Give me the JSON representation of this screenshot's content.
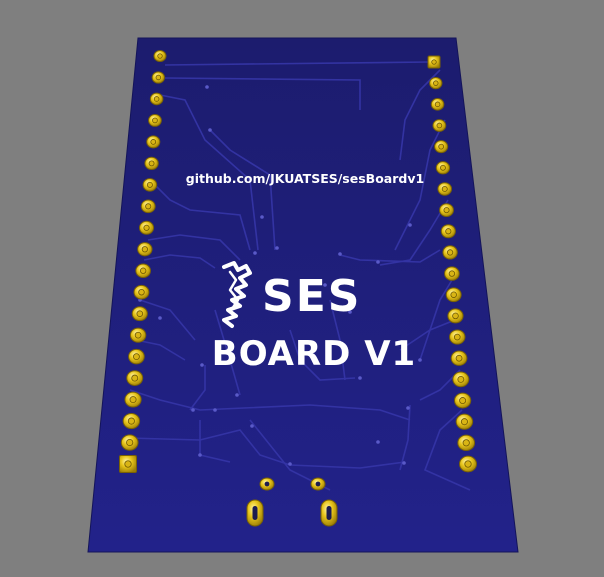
{
  "scene": {
    "background_color": "#7f7f7f",
    "board_color": "#1f1f7a",
    "trace_color": "#3a3ab0",
    "pad_color": "#e8c51a"
  },
  "board": {
    "url_text": "github.com/JKUATSES/sesBoardv1",
    "logo_text": "SES",
    "title_text": "BOARD V1",
    "logo_mark": "ses-squiggle-logo"
  },
  "headers": {
    "left_pin_count": 20,
    "right_pin_count": 20
  }
}
